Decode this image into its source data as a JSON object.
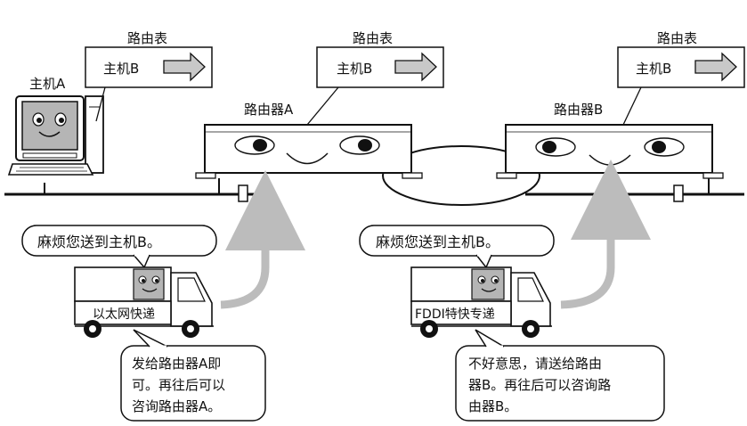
{
  "routing_tables": [
    {
      "title": "路由表",
      "entry": "主机B"
    },
    {
      "title": "路由表",
      "entry": "主机B"
    },
    {
      "title": "路由表",
      "entry": "主机B"
    }
  ],
  "host_label": "主机A",
  "router_a_label": "路由器A",
  "router_b_label": "路由器B",
  "truck_left": {
    "speech": "麻烦您送到主机B。",
    "banner": "以太网快递"
  },
  "truck_right": {
    "speech": "麻烦您送到主机B。",
    "banner": "FDDI特快专递"
  },
  "reply_left": [
    "发给路由器A即",
    "可。再往后可以",
    "咨询路由器A。"
  ],
  "reply_right": [
    "不好意思，请送给路由",
    "器B。再往后可以咨询路",
    "由器B。"
  ],
  "colors": {
    "ink": "#111111",
    "arrow": "#c8c8c8",
    "face": "#b0b0b0"
  }
}
